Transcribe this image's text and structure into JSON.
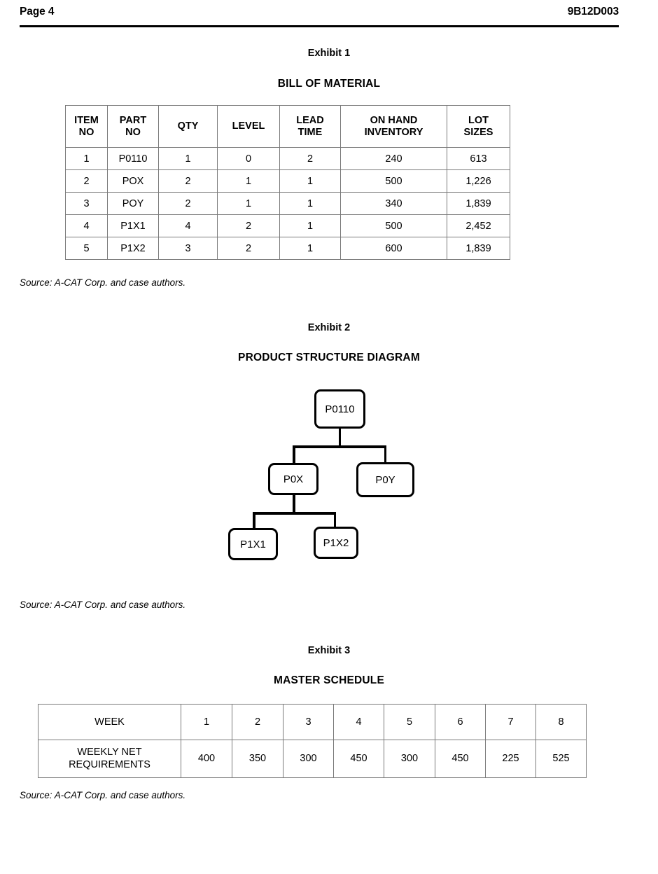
{
  "header": {
    "page_label": "Page 4",
    "doc_id": "9B12D003"
  },
  "exhibits": [
    {
      "label": "Exhibit 1",
      "title": "BILL OF MATERIAL",
      "source": "Source: A-CAT Corp. and case authors."
    },
    {
      "label": "Exhibit 2",
      "title": "PRODUCT STRUCTURE DIAGRAM",
      "source": "Source: A-CAT Corp. and case authors."
    },
    {
      "label": "Exhibit 3",
      "title": "MASTER SCHEDULE",
      "source": "Source: A-CAT Corp. and case authors."
    }
  ],
  "bill_of_material": {
    "columns": [
      "ITEM NO",
      "PART NO",
      "QTY",
      "LEVEL",
      "LEAD TIME",
      "ON HAND INVENTORY",
      "LOT SIZES"
    ],
    "column_lines": [
      [
        "ITEM",
        "NO"
      ],
      [
        "PART",
        "NO"
      ],
      [
        "QTY"
      ],
      [
        "LEVEL"
      ],
      [
        "LEAD",
        "TIME"
      ],
      [
        "ON HAND",
        "INVENTORY"
      ],
      [
        "LOT",
        "SIZES"
      ]
    ],
    "rows": [
      [
        "1",
        "P0110",
        "1",
        "0",
        "2",
        "240",
        "613"
      ],
      [
        "2",
        "POX",
        "2",
        "1",
        "1",
        "500",
        "1,226"
      ],
      [
        "3",
        "POY",
        "2",
        "1",
        "1",
        "340",
        "1,839"
      ],
      [
        "4",
        "P1X1",
        "4",
        "2",
        "1",
        "500",
        "2,452"
      ],
      [
        "5",
        "P1X2",
        "3",
        "2",
        "1",
        "600",
        "1,839"
      ]
    ]
  },
  "product_structure": {
    "nodes": [
      {
        "id": "root",
        "label": "P0110"
      },
      {
        "id": "pox",
        "label": "P0X"
      },
      {
        "id": "poy",
        "label": "P0Y"
      },
      {
        "id": "p1x1",
        "label": "P1X1"
      },
      {
        "id": "p1x2",
        "label": "P1X2"
      }
    ],
    "edges": [
      {
        "from": "P0110",
        "to": "P0X"
      },
      {
        "from": "P0110",
        "to": "P0Y"
      },
      {
        "from": "P0X",
        "to": "P1X1"
      },
      {
        "from": "P0X",
        "to": "P1X2"
      }
    ]
  },
  "master_schedule": {
    "row_header_week": "WEEK",
    "row_header_requirements_lines": [
      "WEEKLY NET",
      "REQUIREMENTS"
    ],
    "row_header_requirements": "WEEKLY NET REQUIREMENTS",
    "weeks": [
      "1",
      "2",
      "3",
      "4",
      "5",
      "6",
      "7",
      "8"
    ],
    "weekly_net_requirements": [
      "400",
      "350",
      "300",
      "450",
      "300",
      "450",
      "225",
      "525"
    ]
  },
  "colors": {
    "text": "#000000",
    "rule": "#000000",
    "table_border": "#7a7a7a",
    "diagram_border": "#000000",
    "background": "#ffffff"
  }
}
